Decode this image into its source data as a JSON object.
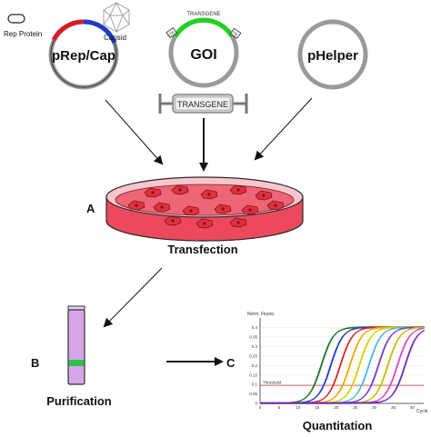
{
  "plasmids": {
    "rep_cap": {
      "label": "pRep/Cap",
      "rep_label": "Rep Protein",
      "capsid_label": "Capsid"
    },
    "goi": {
      "label": "GOI",
      "arc_label": "TRANSGENE",
      "itr_left": "ITR",
      "itr_right": "ITR"
    },
    "helper": {
      "label": "pHelper"
    }
  },
  "transgene_cassette": {
    "label": "TRANSGENE"
  },
  "steps": {
    "a": {
      "letter": "A",
      "label": "Transfection"
    },
    "b": {
      "letter": "B",
      "label": "Purification"
    },
    "c": {
      "letter": "C",
      "label": "Quantitation"
    }
  },
  "qpcr_plot": {
    "ylabel": "Norm. Fluoro.",
    "yticks": [
      "0.4",
      "0.35",
      "0.3",
      "0.25",
      "0.2",
      "0.15",
      "0.1",
      "0.05",
      "0"
    ],
    "xticks": [
      "0",
      "5",
      "10",
      "15",
      "20",
      "25",
      "30",
      "35",
      "40"
    ],
    "xlabel": "Cycle",
    "threshold_label": "Threshold",
    "threshold_value": 0.095,
    "curve_midpoints": [
      16,
      18.5,
      21,
      23.5,
      26,
      28.5,
      31,
      33.5,
      36,
      38
    ],
    "curve_colors": [
      "#1a7a2e",
      "#2b3ad1",
      "#d8282a",
      "#f0a800",
      "#d4d400",
      "#4fb7e0",
      "#7a3ec8",
      "#c0c000",
      "#e048c8",
      "#6f2fb8"
    ],
    "colors": {
      "threshold": "#c23b3b",
      "axes": "#333333"
    }
  },
  "colors": {
    "rep_arc": "#d51d2a",
    "cap_arc": "#1f3cc4",
    "transgene_arc": "#1ed31e",
    "dish_fill": "#ec4a5c",
    "tube_fill": "#d7a6e8",
    "tube_band": "#2fc04a"
  }
}
